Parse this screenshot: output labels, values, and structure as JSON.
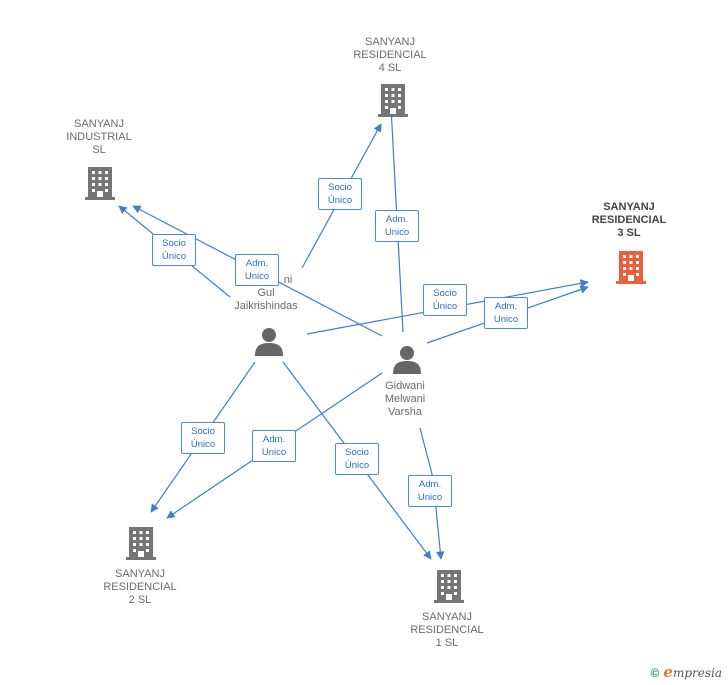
{
  "colors": {
    "edge": "#3d7ecf",
    "building": "#757575",
    "building_focus": "#e8603c",
    "person": "#666666"
  },
  "companies": {
    "r4": {
      "lines": [
        "SANYANJ",
        "RESIDENCIAL",
        "4  SL"
      ],
      "icon": "building-icon"
    },
    "ind": {
      "lines": [
        "SANYANJ",
        "INDUSTRIAL",
        "SL"
      ],
      "icon": "building-icon"
    },
    "r3": {
      "lines": [
        "SANYANJ",
        "RESIDENCIAL",
        "3  SL"
      ],
      "icon": "building-icon",
      "focus": true
    },
    "r2": {
      "lines": [
        "SANYANJ",
        "RESIDENCIAL",
        "2  SL"
      ],
      "icon": "building-icon"
    },
    "r1": {
      "lines": [
        "SANYANJ",
        "RESIDENCIAL",
        "1  SL"
      ],
      "icon": "building-icon"
    }
  },
  "people": {
    "gul": {
      "lines": [
        "ni",
        "Gul",
        "Jaikrishindas"
      ],
      "icon": "person-icon"
    },
    "varsha": {
      "lines": [
        "Gidwani",
        "Melwani",
        "Varsha"
      ],
      "icon": "person-icon"
    }
  },
  "relations": {
    "gul_r4": [
      "Socio",
      "Único"
    ],
    "gul_ind": [
      "Socio",
      "Único"
    ],
    "varsha_ind": [
      "Adm.",
      "Unico"
    ],
    "varsha_r4": [
      "Adm.",
      "Unico"
    ],
    "gul_r3": [
      "Socio",
      "Único"
    ],
    "varsha_r3": [
      "Adm.",
      "Unico"
    ],
    "gul_r2": [
      "Socio",
      "Único"
    ],
    "varsha_r2": [
      "Adm.",
      "Unico"
    ],
    "gul_r1": [
      "Socio",
      "Único"
    ],
    "varsha_r1": [
      "Adm.",
      "Unico"
    ]
  },
  "footer": {
    "copyright_symbol": "©",
    "brand_initial": "e",
    "brand_rest": "mpresia"
  }
}
